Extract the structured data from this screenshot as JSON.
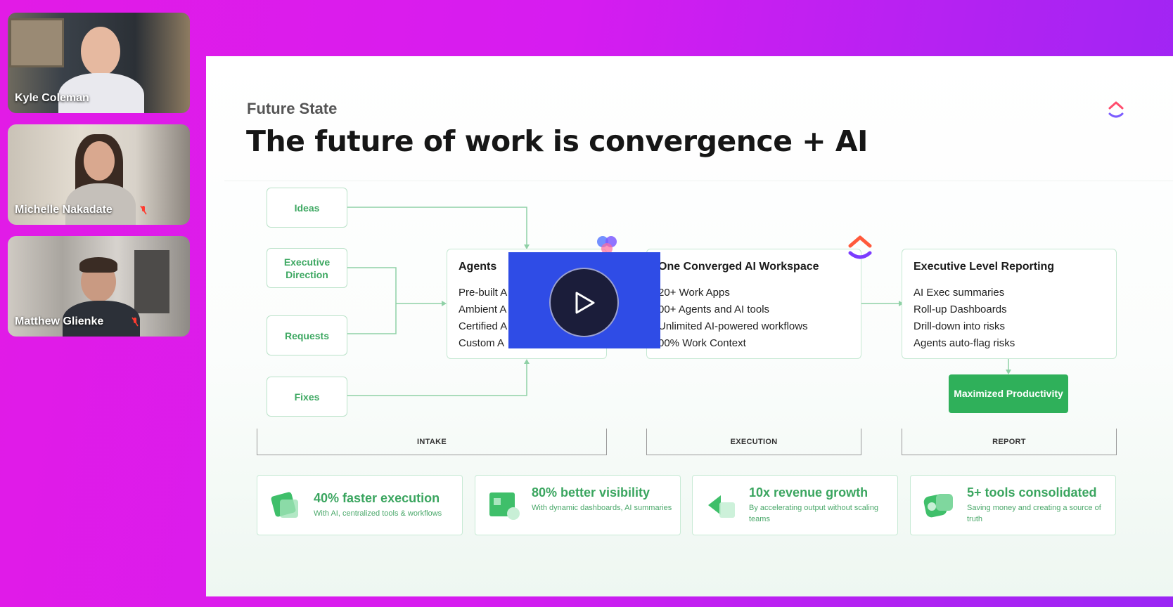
{
  "participants": [
    {
      "name": "Kyle Coleman",
      "muted": false
    },
    {
      "name": "Michelle Nakadate",
      "muted": true
    },
    {
      "name": "Matthew Glienke",
      "muted": true
    }
  ],
  "slide": {
    "eyebrow": "Future State",
    "title": "The future of work is convergence + AI",
    "intake_items": [
      {
        "label": "Ideas"
      },
      {
        "label": "Executive Direction"
      },
      {
        "label": "Requests"
      },
      {
        "label": "Fixes"
      }
    ],
    "cards": [
      {
        "title": "Agents",
        "items": [
          "Pre-built A",
          "Ambient A",
          "Certified A",
          "Custom A"
        ]
      },
      {
        "title": "One Converged AI Workspace",
        "items": [
          "20+ Work Apps",
          "00+ Agents and AI tools",
          "Unlimited AI-powered workflows",
          "00% Work Context"
        ]
      },
      {
        "title": "Executive Level Reporting",
        "items": [
          "AI Exec summaries",
          "Roll-up Dashboards",
          "Drill-down into risks",
          "Agents auto-flag risks"
        ]
      }
    ],
    "result": "Maximized Productivity",
    "phases": [
      "INTAKE",
      "EXECUTION",
      "REPORT"
    ],
    "stats": [
      {
        "title": "40% faster execution",
        "desc": "With AI, centralized tools & workflows",
        "icon": "speed-icon"
      },
      {
        "title": "80% better visibility",
        "desc": "With dynamic dashboards, AI summaries",
        "icon": "dashboard-icon"
      },
      {
        "title": "10x revenue growth",
        "desc": "By accelerating output without scaling teams",
        "icon": "growth-icon"
      },
      {
        "title": "5+ tools consolidated",
        "desc": "Saving money and creating a source of truth",
        "icon": "tools-icon"
      }
    ]
  },
  "colors": {
    "background": "#d61cf0",
    "accent_green": "#2fb05a",
    "play_overlay": "#2f4ce6"
  }
}
